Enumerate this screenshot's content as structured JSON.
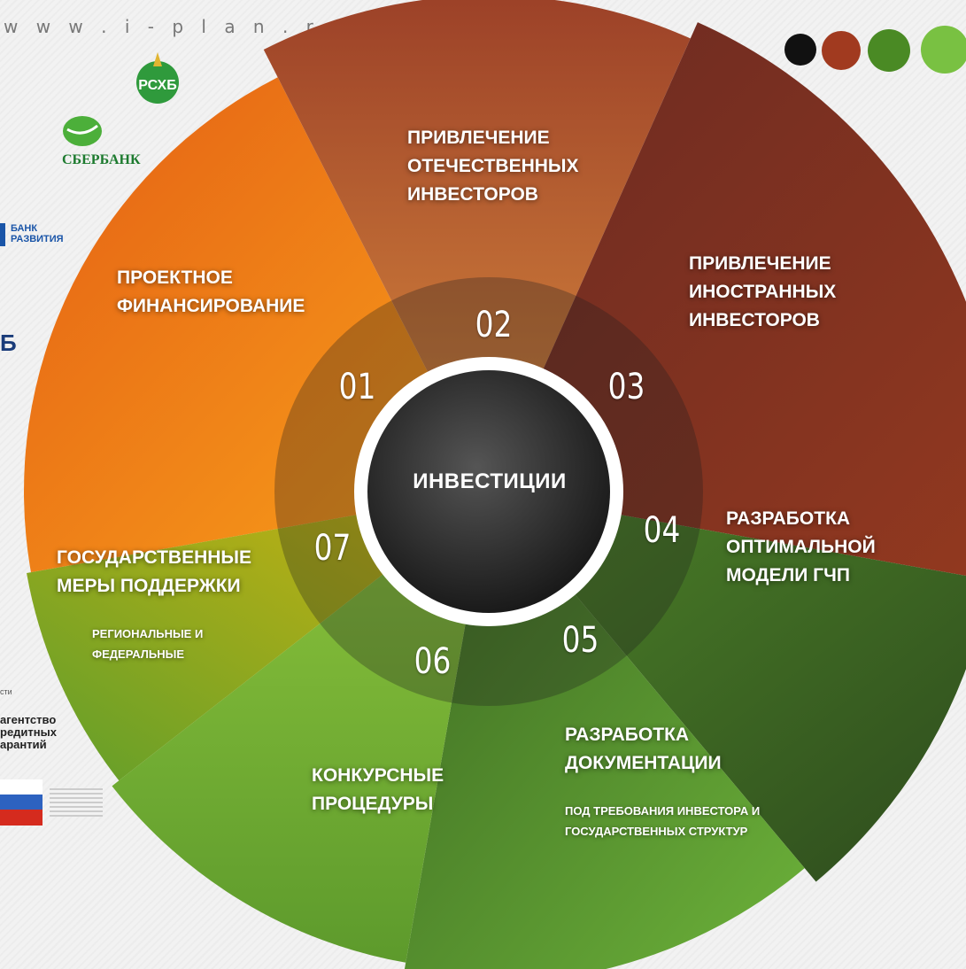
{
  "site": {
    "url": "w w w . i - p l a n . r u"
  },
  "dots": [
    "#111111",
    "#a13a1f",
    "#4a8a24",
    "#79c142"
  ],
  "logos": {
    "sberbank": "СБЕРБАНК",
    "bank_razvitiya": [
      "БАНК",
      "РАЗВИТИЯ"
    ],
    "partial_b": "Б",
    "agency": [
      "агентство",
      "редитных",
      "арантий"
    ],
    "partial_sti": "сти"
  },
  "center": {
    "label": "ИНВЕСТИЦИИ"
  },
  "segments": [
    {
      "num": "01",
      "title": [
        "ПРОЕКТНОЕ",
        "ФИНАНСИРОВАНИЕ"
      ],
      "sub": [],
      "color": "#f2891b"
    },
    {
      "num": "02",
      "title": [
        "ПРИВЛЕЧЕНИЕ",
        "ОТЕЧЕСТВЕННЫХ",
        "ИНВЕСТОРОВ"
      ],
      "sub": [],
      "color": "#b9572f"
    },
    {
      "num": "03",
      "title": [
        "ПРИВЛЕЧЕНИЕ",
        "ИНОСТРАННЫХ",
        "ИНВЕСТОРОВ"
      ],
      "sub": [],
      "color": "#7e2f20"
    },
    {
      "num": "04",
      "title": [
        "РАЗРАБОТКА",
        "ОПТИМАЛЬНОЙ",
        "МОДЕЛИ ГЧП"
      ],
      "sub": [],
      "color": "#3f6e24"
    },
    {
      "num": "05",
      "title": [
        "РАЗРАБОТКА",
        "ДОКУМЕНТАЦИИ"
      ],
      "sub": [
        "ПОД ТРЕБОВАНИЯ ИНВЕСТОРА И",
        "ГОСУДАРСТВЕННЫХ СТРУКТУР"
      ],
      "color": "#5f9a2e"
    },
    {
      "num": "06",
      "title": [
        "КОНКУРСНЫЕ",
        "ПРОЦЕДУРЫ"
      ],
      "sub": [],
      "color": "#7fb637"
    },
    {
      "num": "07",
      "title": [
        "ГОСУДАРСТВЕННЫЕ",
        "МЕРЫ ПОДДЕРЖКИ"
      ],
      "sub": [
        "РЕГИОНАЛЬНЫЕ И",
        "ФЕДЕРАЛЬНЫЕ"
      ],
      "color": "#8ab52a"
    }
  ]
}
